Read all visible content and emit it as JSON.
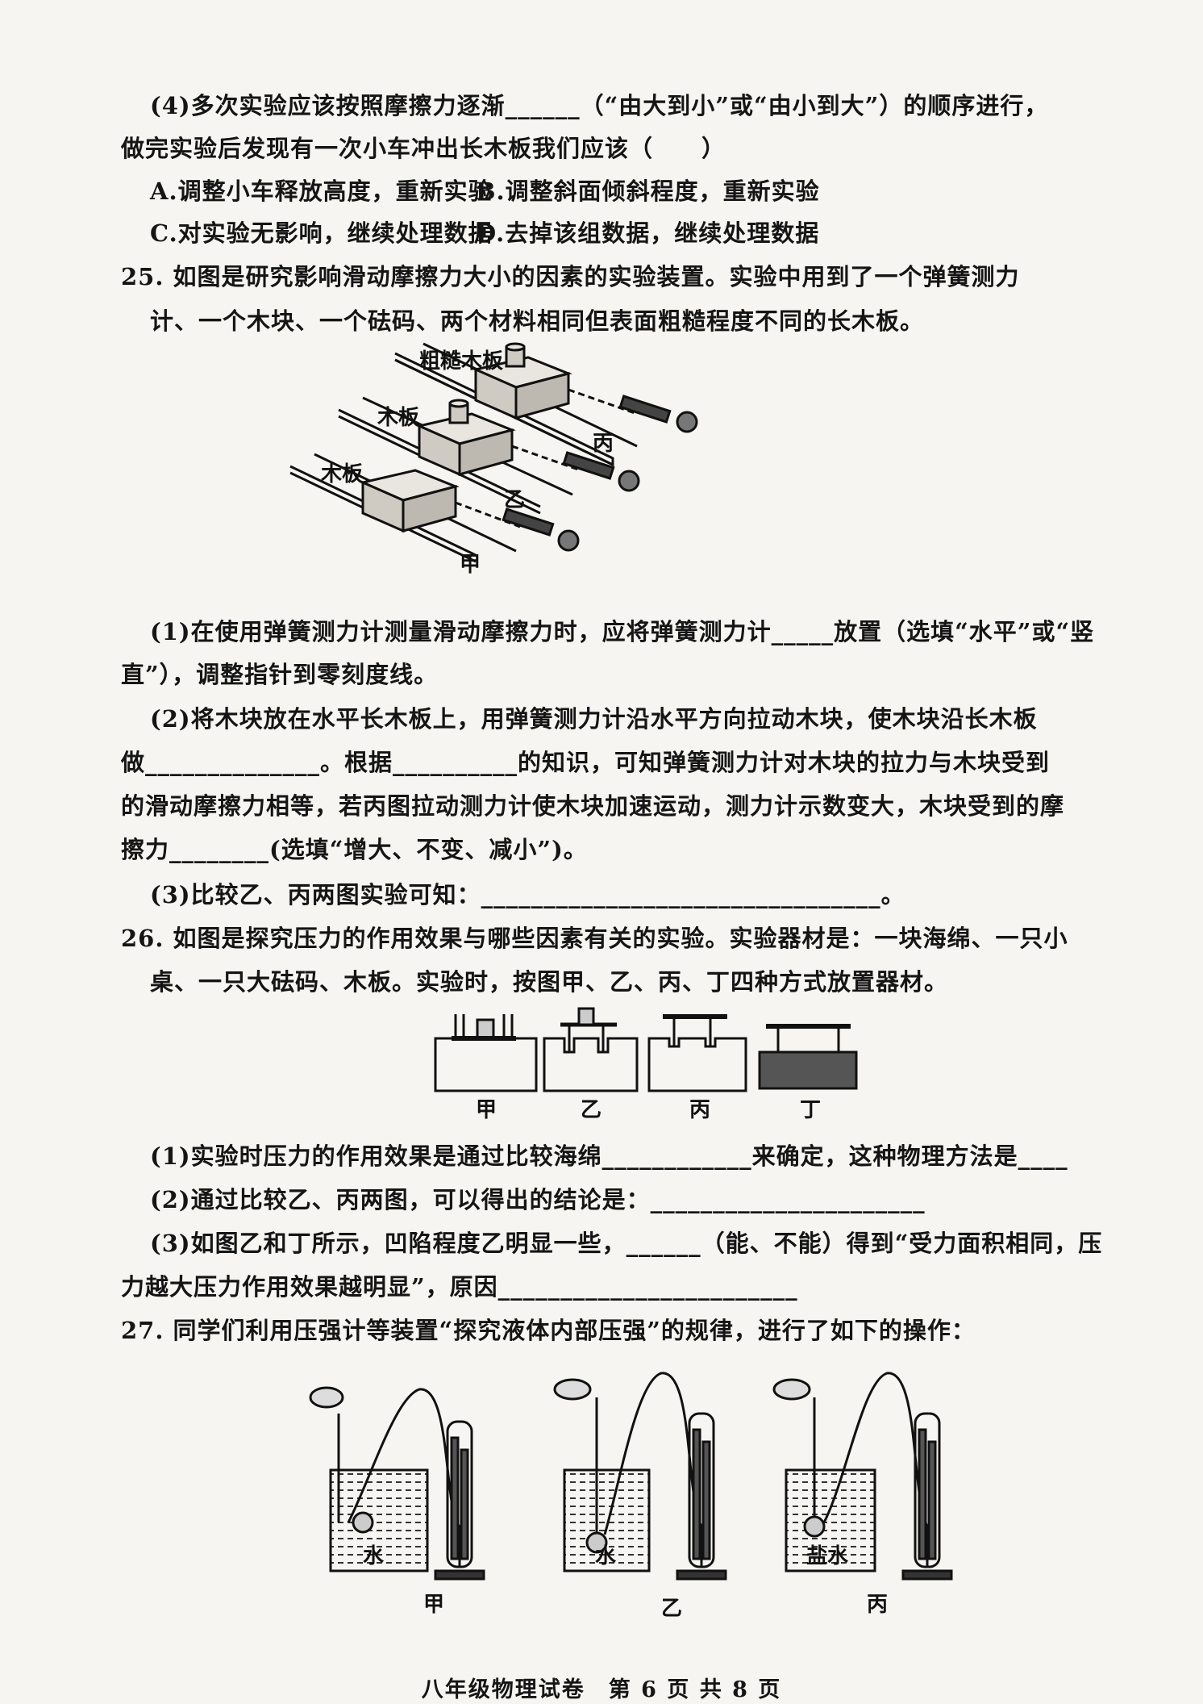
{
  "q24": {
    "p4_line1": "(4)多次实验应该按照摩擦力逐渐______（“由大到小”或“由小到大”）的顺序进行，",
    "p4_line2": "做完实验后发现有一次小车冲出长木板我们应该（　　）",
    "opt_a": "A.调整小车释放高度，重新实验",
    "opt_b": "B.调整斜面倾斜程度，重新实验",
    "opt_c": "C.对实验无影响，继续处理数据",
    "opt_d": "D.去掉该组数据，继续处理数据"
  },
  "q25": {
    "line1": "25. 如图是研究影响滑动摩擦力大小的因素的实验装置。实验中用到了一个弹簧测力",
    "line2": "计、一个木块、一个砝码、两个材料相同但表面粗糙程度不同的长木板。",
    "fig": {
      "label_rough": "粗糙木板",
      "label_board2": "木板",
      "label_board1": "木板",
      "label_bing": "丙",
      "label_yi": "乙",
      "label_jia": "甲"
    },
    "p1_line1": "(1)在使用弹簧测力计测量滑动摩擦力时，应将弹簧测力计_____放置（选填“水平”或“竖",
    "p1_line2": "直”），调整指针到零刻度线。",
    "p2_line1": "(2)将木块放在水平长木板上，用弹簧测力计沿水平方向拉动木块，使木块沿长木板",
    "p2_line2": "做______________。根据__________的知识，可知弹簧测力计对木块的拉力与木块受到",
    "p2_line3": "的滑动摩擦力相等，若丙图拉动测力计使木块加速运动，测力计示数变大，木块受到的摩",
    "p2_line4": "擦力________(选填“增大、不变、减小”)。",
    "p3": "(3)比较乙、丙两图实验可知：________________________________。"
  },
  "q26": {
    "line1": "26. 如图是探究压力的作用效果与哪些因素有关的实验。实验器材是：一块海绵、一只小",
    "line2": "桌、一只大砝码、木板。实验时，按图甲、乙、丙、丁四种方式放置器材。",
    "fig": {
      "label_jia": "甲",
      "label_yi": "乙",
      "label_bing": "丙",
      "label_ding": "丁"
    },
    "p1": "(1)实验时压力的作用效果是通过比较海绵____________来确定，这种物理方法是____",
    "p2": "(2)通过比较乙、丙两图，可以得出的结论是：______________________",
    "p3_line1": "(3)如图乙和丁所示，凹陷程度乙明显一些，______（能、不能）得到“受力面积相同，压",
    "p3_line2": "力越大压力作用效果越明显”，原因________________________"
  },
  "q27": {
    "line1": "27. 同学们利用压强计等装置“探究液体内部压强”的规律，进行了如下的操作：",
    "fig": {
      "liquid_1": "水",
      "liquid_2": "水",
      "liquid_3": "盐水",
      "label_jia": "甲",
      "label_yi": "乙",
      "label_bing": "丙"
    }
  },
  "footer": "八年级物理试卷　第 6 页 共 8 页"
}
